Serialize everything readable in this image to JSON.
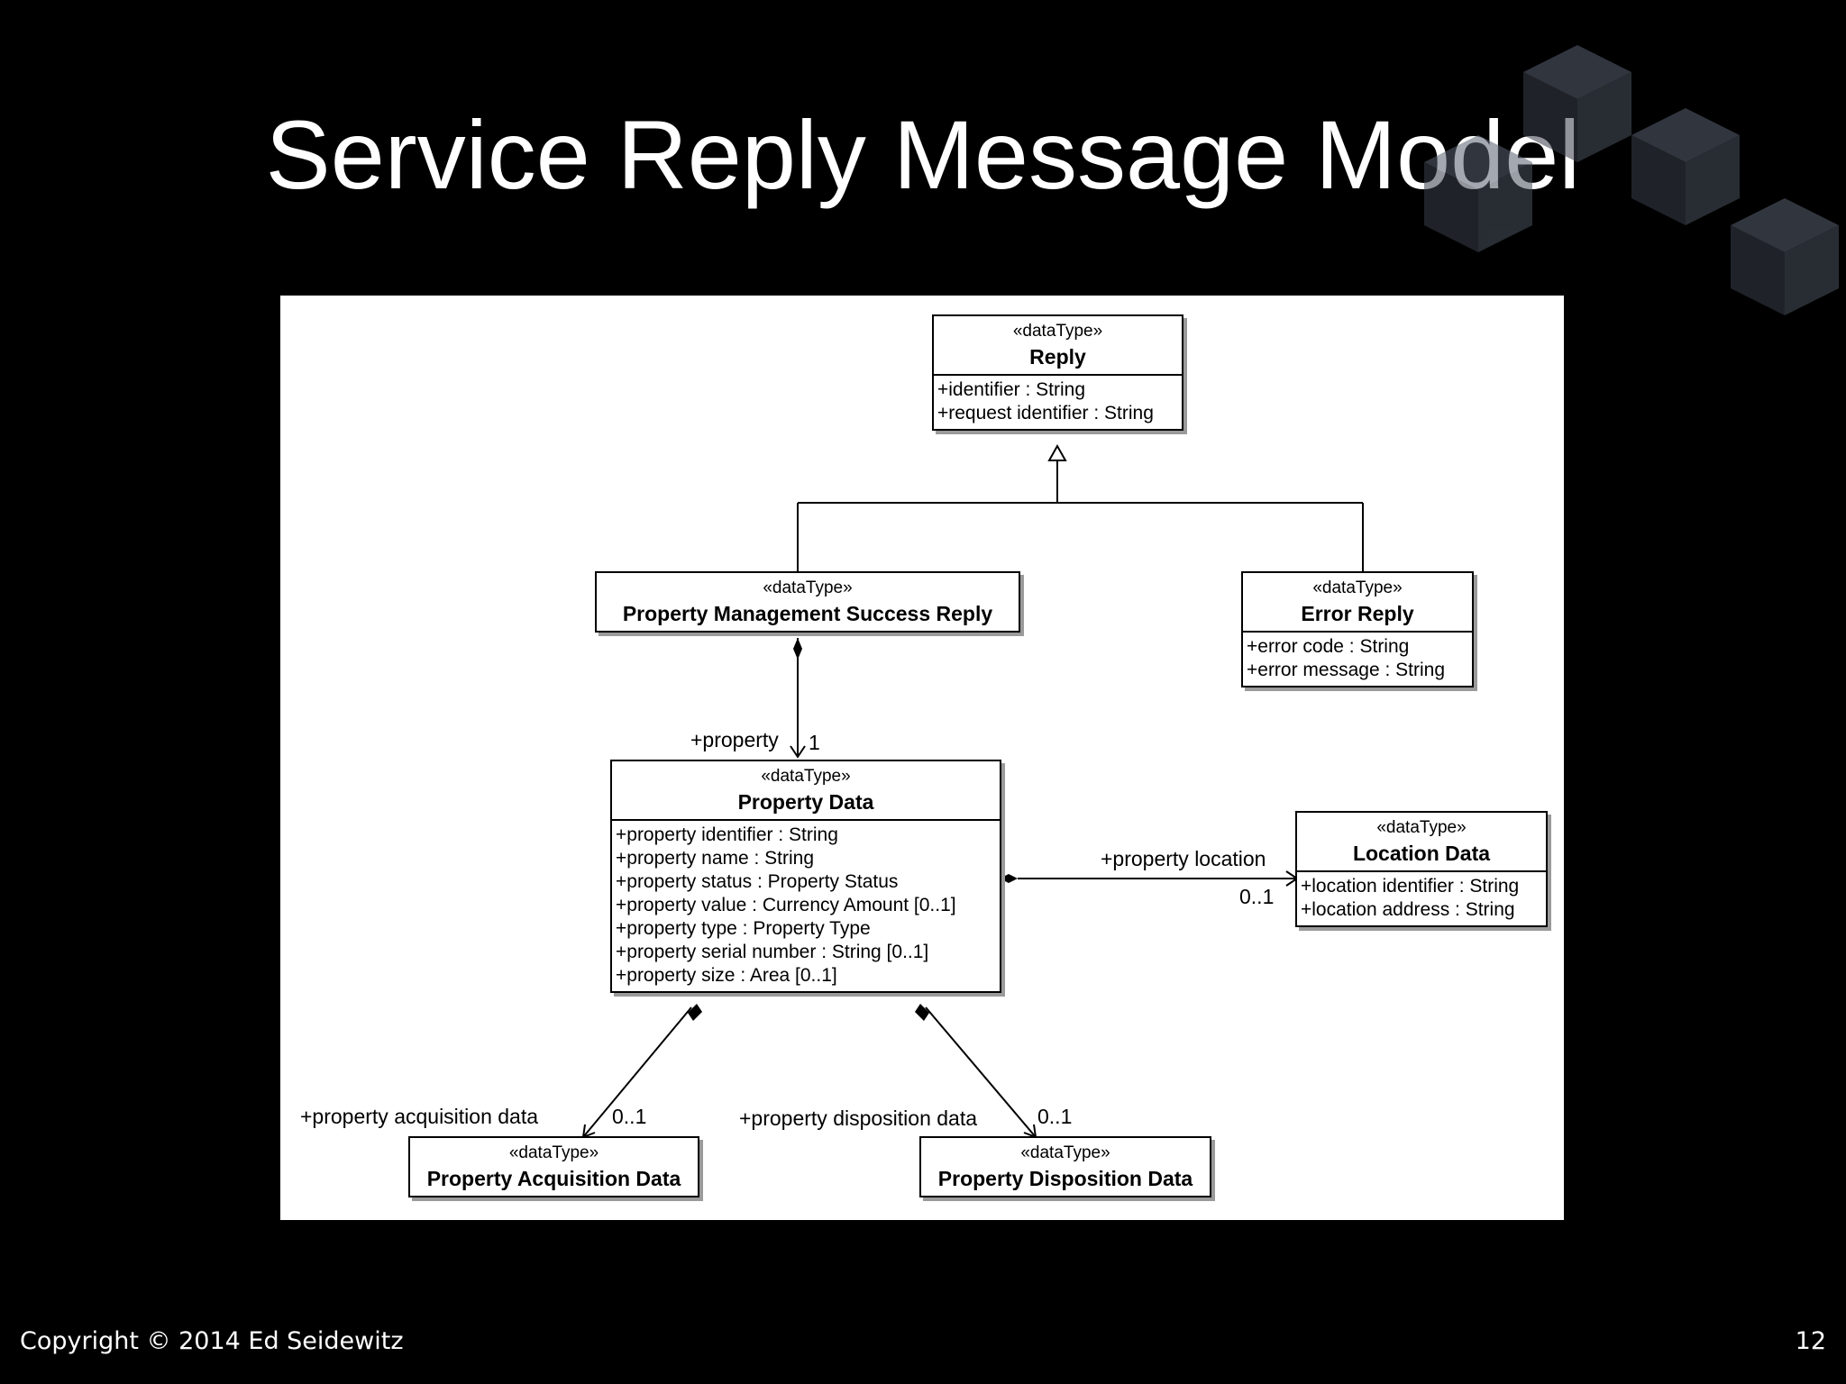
{
  "slide": {
    "title": "Service Reply Message Model",
    "copyright": "Copyright © 2014 Ed Seidewitz",
    "page_number": "12"
  },
  "diagram": {
    "classes": {
      "reply": {
        "stereotype": "«dataType»",
        "name": "Reply",
        "attributes": [
          "+identifier : String",
          "+request identifier : String"
        ]
      },
      "success_reply": {
        "stereotype": "«dataType»",
        "name": "Property Management Success Reply"
      },
      "error_reply": {
        "stereotype": "«dataType»",
        "name": "Error Reply",
        "attributes": [
          "+error code : String",
          "+error message : String"
        ]
      },
      "property_data": {
        "stereotype": "«dataType»",
        "name": "Property Data",
        "attributes": [
          "+property identifier : String",
          "+property name : String",
          "+property status : Property Status",
          "+property value : Currency Amount [0..1]",
          "+property type : Property Type",
          "+property serial number : String [0..1]",
          "+property size : Area [0..1]"
        ]
      },
      "location_data": {
        "stereotype": "«dataType»",
        "name": "Location Data",
        "attributes": [
          "+location identifier : String",
          "+location address : String"
        ]
      },
      "acquisition_data": {
        "stereotype": "«dataType»",
        "name": "Property Acquisition Data"
      },
      "disposition_data": {
        "stereotype": "«dataType»",
        "name": "Property Disposition Data"
      }
    },
    "associations": {
      "property": {
        "role": "+property",
        "multiplicity": "1"
      },
      "location": {
        "role": "+property location",
        "multiplicity": "0..1"
      },
      "acquisition": {
        "role": "+property acquisition data",
        "multiplicity": "0..1"
      },
      "disposition": {
        "role": "+property disposition data",
        "multiplicity": "0..1"
      }
    }
  }
}
